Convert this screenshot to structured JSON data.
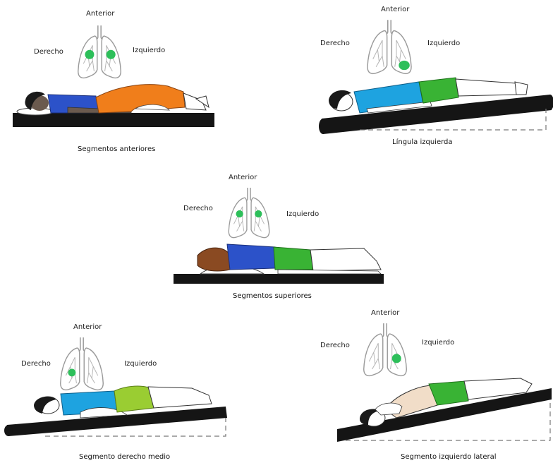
{
  "panels": [
    {
      "anterior": "Anterior",
      "right": "Derecho",
      "left": "Izquierdo",
      "caption": "Segmentos anteriores"
    },
    {
      "anterior": "Anterior",
      "right": "Derecho",
      "left": "Izquierdo",
      "caption": "Língula izquierda"
    },
    {
      "anterior": "Anterior",
      "right": "Derecho",
      "left": "Izquierdo",
      "caption": "Segmentos superiores"
    },
    {
      "anterior": "Anterior",
      "right": "Derecho",
      "left": "Izquierdo",
      "caption": "Segmento derecho medio"
    },
    {
      "anterior": "Anterior",
      "right": "Derecho",
      "left": "Izquierdo",
      "caption": "Segmento izquierdo lateral"
    }
  ],
  "colors": {
    "highlight": "#2dbf5a",
    "table": "#151515",
    "lung_outline": "#9a9a9a",
    "skin": "#f1ddc8",
    "shirt_blue": "#2c52c9",
    "shirt_cyan": "#1ea3e0",
    "pants_orange": "#f07e1b",
    "pants_green": "#39b334",
    "pants_lime": "#9acd32",
    "hair_dark": "#1a1a1a",
    "hair_brown": "#8a4a22"
  }
}
